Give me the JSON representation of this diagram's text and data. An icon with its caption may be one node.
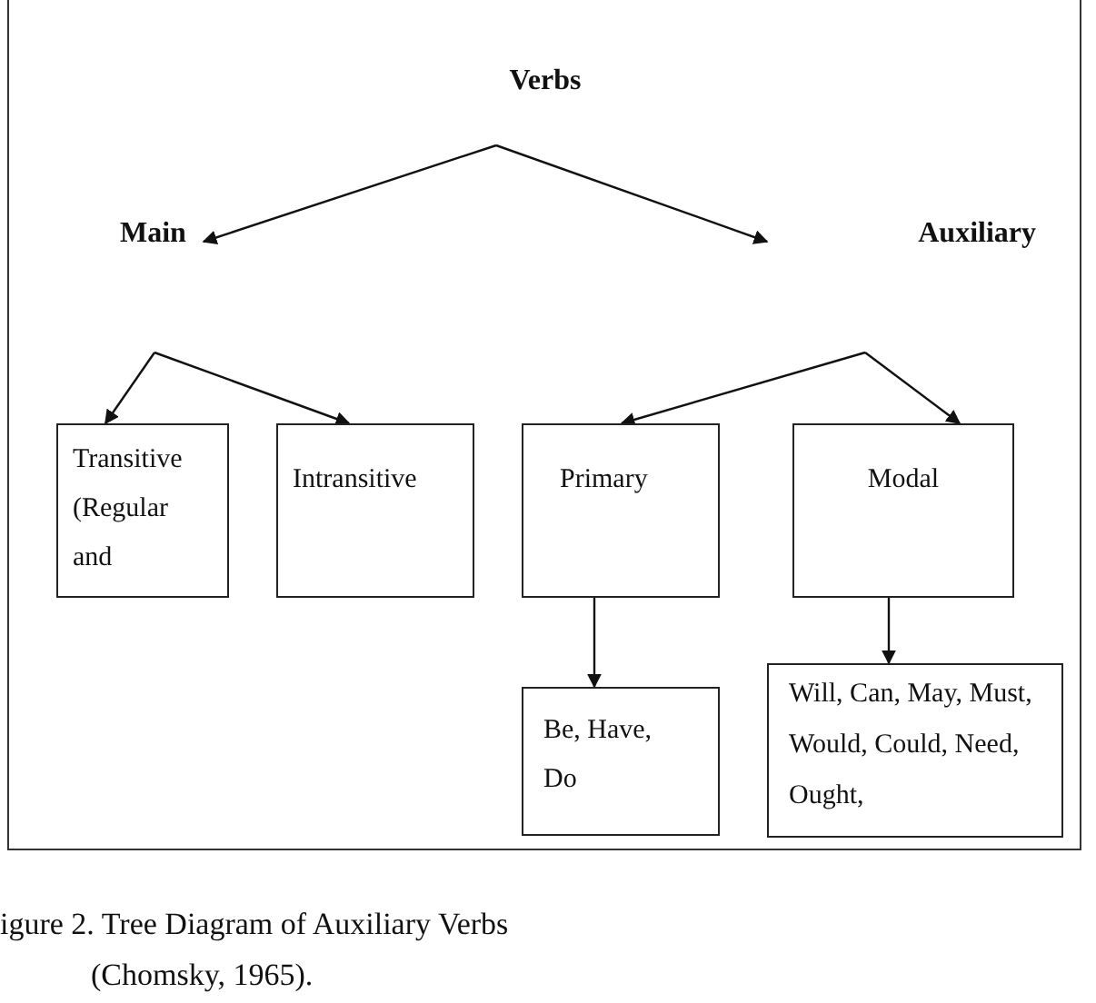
{
  "diagram": {
    "caption": "igure 2. Tree Diagram of Auxiliary Verbs (Chomsky, 1965).",
    "nodes": [
      {
        "text": [
          "Verbs"
        ]
      },
      {
        "text": [
          "Main"
        ]
      },
      {
        "text": [
          "Auxiliary"
        ]
      },
      {
        "text": [
          "Transitive (Regular and"
        ]
      },
      {
        "text": [
          "Intransitive"
        ]
      },
      {
        "text": [
          "Primary"
        ]
      },
      {
        "text": [
          "Modal"
        ]
      },
      {
        "text": [
          "Be, Have, Do"
        ]
      },
      {
        "text": [
          "Will, Can, May, Must, Would, Could, Need, Ought,"
        ]
      }
    ],
    "edges": [
      {
        "from": 0,
        "to": 1,
        "arrow": "to"
      },
      {
        "from": 0,
        "to": 2,
        "arrow": "to"
      },
      {
        "from": null,
        "to": 3,
        "arrow": "to"
      },
      {
        "from": null,
        "to": 4,
        "arrow": "to"
      },
      {
        "from": null,
        "to": 5,
        "arrow": "to"
      },
      {
        "from": null,
        "to": 6,
        "arrow": "to"
      },
      {
        "from": 5,
        "to": 7,
        "arrow": "to"
      },
      {
        "from": 6,
        "to": 8,
        "arrow": "to"
      }
    ]
  }
}
